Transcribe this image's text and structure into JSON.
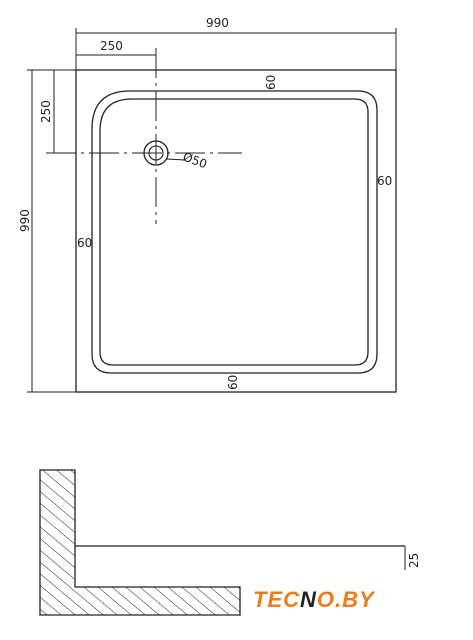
{
  "dimensions": {
    "overall_width": "990",
    "overall_height": "990",
    "drain_offset_x": "250",
    "drain_offset_y": "250",
    "drain_diameter": "Ø50",
    "rim_top": "60",
    "rim_right": "60",
    "rim_left": "60",
    "rim_bottom": "60",
    "section_depth": "25"
  },
  "logo": {
    "part1": "TEC",
    "part2": "N",
    "part3": "O.BY"
  },
  "colors": {
    "line": "#222222",
    "logo_orange": "#f07b1a",
    "logo_dark": "#222222"
  }
}
